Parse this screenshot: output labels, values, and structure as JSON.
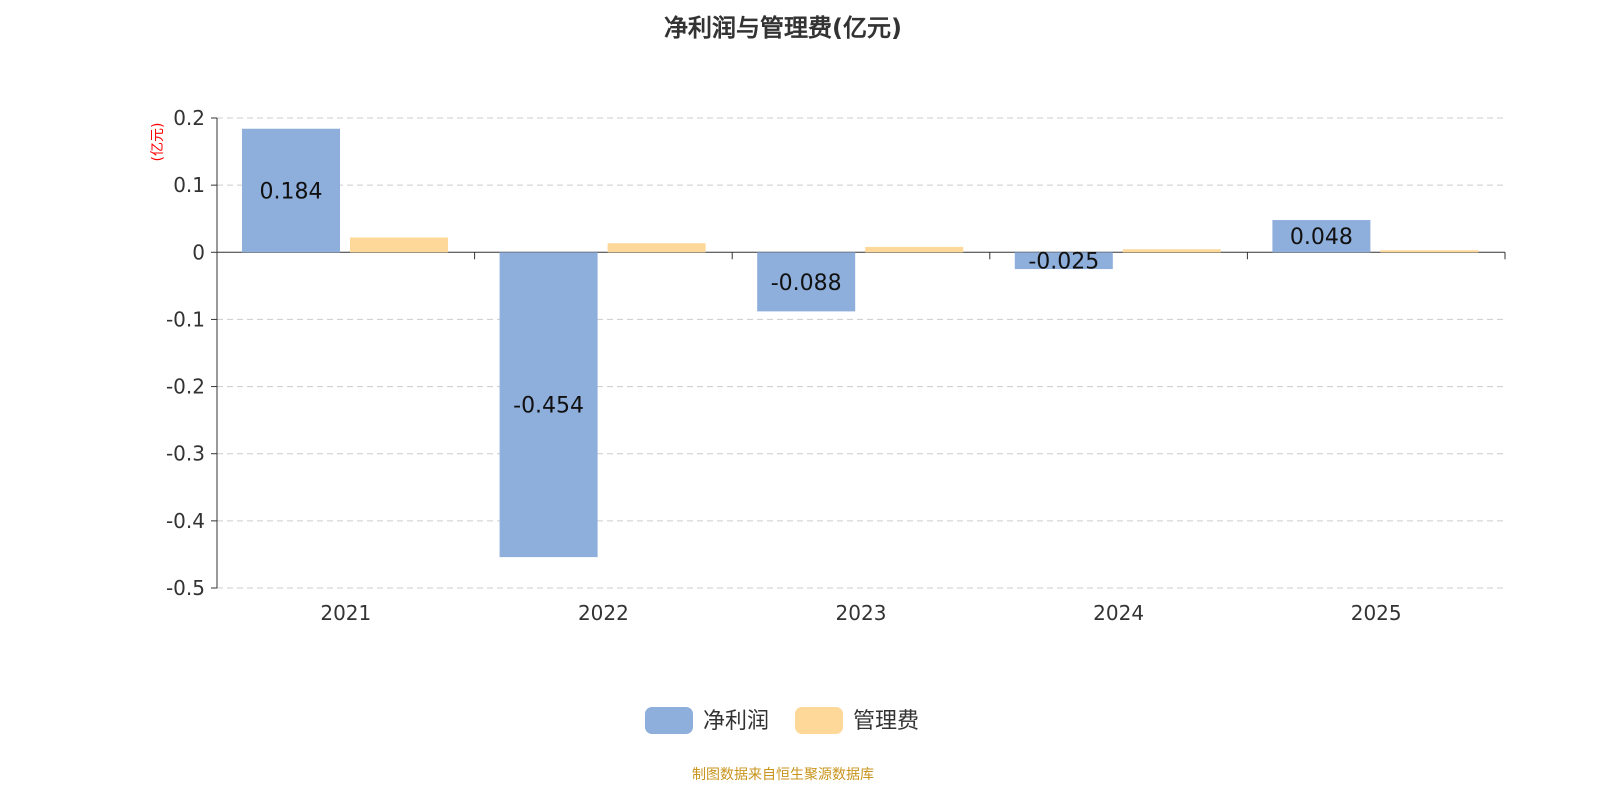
{
  "chart_data": {
    "type": "bar",
    "title": "净利润与管理费(亿元)",
    "ylabel": "(亿元)",
    "categories": [
      "2021",
      "2022",
      "2023",
      "2024",
      "2025"
    ],
    "series": [
      {
        "name": "净利润",
        "color": "#8eaedb",
        "values": [
          0.184,
          -0.454,
          -0.088,
          -0.025,
          0.048
        ],
        "labels": [
          "0.184",
          "-0.454",
          "-0.088",
          "-0.025",
          "0.048"
        ]
      },
      {
        "name": "管理费",
        "color": "#fdd898",
        "values": [
          0.022,
          0.0135,
          0.008,
          0.0045,
          0.003
        ]
      }
    ],
    "ylim": [
      -0.5,
      0.2
    ],
    "yticks": [
      "0.2",
      "0.1",
      "0",
      "-0.1",
      "-0.2",
      "-0.3",
      "-0.4",
      "-0.5"
    ],
    "grid": true,
    "legend": "bottom-center"
  },
  "footer": "制图数据来自恒生聚源数据库"
}
